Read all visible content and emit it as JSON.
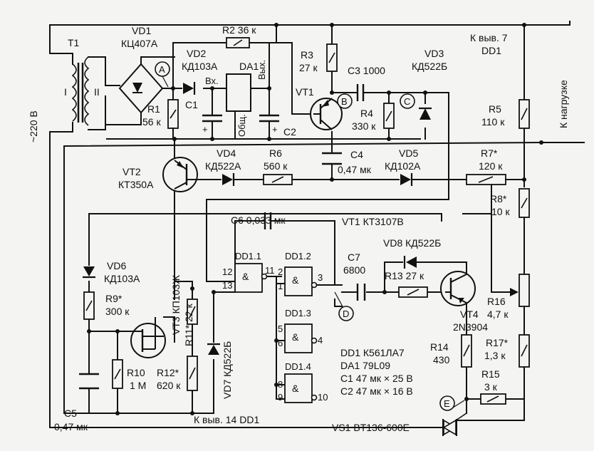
{
  "mains_label": "~220 В",
  "load_label": "К нагрузке",
  "to_pin7": [
    "К выв. 7",
    "DD1"
  ],
  "to_pin14": "К выв. 14 DD1",
  "nodes": [
    "A",
    "B",
    "C",
    "D",
    "E"
  ],
  "components": {
    "T1": {
      "ref": "T1",
      "winding1": "I",
      "winding2": "II"
    },
    "VD1": {
      "ref": "VD1",
      "value": "КЦ407А"
    },
    "VD2": {
      "ref": "VD2",
      "value": "КД103А"
    },
    "R1": {
      "ref": "R1",
      "value": "56 к"
    },
    "C1": {
      "ref": "C1"
    },
    "C2": {
      "ref": "C2"
    },
    "DA1": {
      "ref": "DA1",
      "in": "Вх.",
      "out": "Вых.",
      "gnd": "Общ."
    },
    "R2": {
      "ref": "R2",
      "value": "36 к"
    },
    "R3": {
      "ref": "R3",
      "value": "27 к"
    },
    "C3": {
      "ref": "C3",
      "value": "1000"
    },
    "VT1": {
      "ref": "VT1"
    },
    "R4": {
      "ref": "R4",
      "value": "330 к"
    },
    "VD3": {
      "ref": "VD3",
      "value": "КД522Б"
    },
    "R5": {
      "ref": "R5",
      "value": "110 к"
    },
    "VT2": {
      "ref": "VT2",
      "value": "КТ350А"
    },
    "VD4": {
      "ref": "VD4",
      "value": "КД522А"
    },
    "R6": {
      "ref": "R6",
      "value": "560 к"
    },
    "C4": {
      "ref": "C4",
      "value": "0,47 мк"
    },
    "VD5": {
      "ref": "VD5",
      "value": "КД102А"
    },
    "R7": {
      "ref": "R7*",
      "value": "120 к"
    },
    "R8": {
      "ref": "R8*",
      "value": "10 к"
    },
    "C6": {
      "ref": "C6",
      "value": "0,033 мк"
    },
    "VD6": {
      "ref": "VD6",
      "value": "КД103А"
    },
    "R9": {
      "ref": "R9*",
      "value": "300 к"
    },
    "VT3": {
      "ref": "VT3",
      "value": "КП103Ж"
    },
    "R11": {
      "ref": "R11*",
      "value": "22 к"
    },
    "VD7": {
      "ref": "VD7",
      "value": "КД522Б"
    },
    "R10": {
      "ref": "R10",
      "value": "1 М"
    },
    "R12": {
      "ref": "R12*",
      "value": "620 к"
    },
    "C5": {
      "ref": "C5",
      "value": "0,47 мк"
    },
    "C7": {
      "ref": "C7",
      "value": "6800"
    },
    "VD8": {
      "ref": "VD8",
      "value": "КД522Б"
    },
    "R13": {
      "ref": "R13",
      "value": "27 к"
    },
    "VT4": {
      "ref": "VT4",
      "value": "2N3904"
    },
    "R16": {
      "ref": "R16",
      "value": "4,7 к"
    },
    "R17": {
      "ref": "R17*",
      "value": "1,3 к"
    },
    "R14": {
      "ref": "R14",
      "value": "430"
    },
    "R15": {
      "ref": "R15",
      "value": "3 к"
    },
    "VS1": {
      "ref": "VS1",
      "value": "BT136-600E"
    }
  },
  "gates": {
    "dd1_1": {
      "ref": "DD1.1",
      "in1": "12",
      "in2": "13",
      "out": "11"
    },
    "dd1_2": {
      "ref": "DD1.2",
      "in1": "2",
      "in2": "1",
      "out": "3"
    },
    "dd1_3": {
      "ref": "DD1.3",
      "in1": "5",
      "in2": "6",
      "out": "4"
    },
    "dd1_4": {
      "ref": "DD1.4",
      "in1": "8",
      "in2": "9",
      "out": "10"
    }
  },
  "notes": {
    "vt1_type": "VT1 КТ3107В",
    "lines": [
      "DD1 К561ЛА7",
      "DA1 79L09",
      "C1 47 мк × 25 В",
      "C2 47 мк × 16 В"
    ]
  }
}
